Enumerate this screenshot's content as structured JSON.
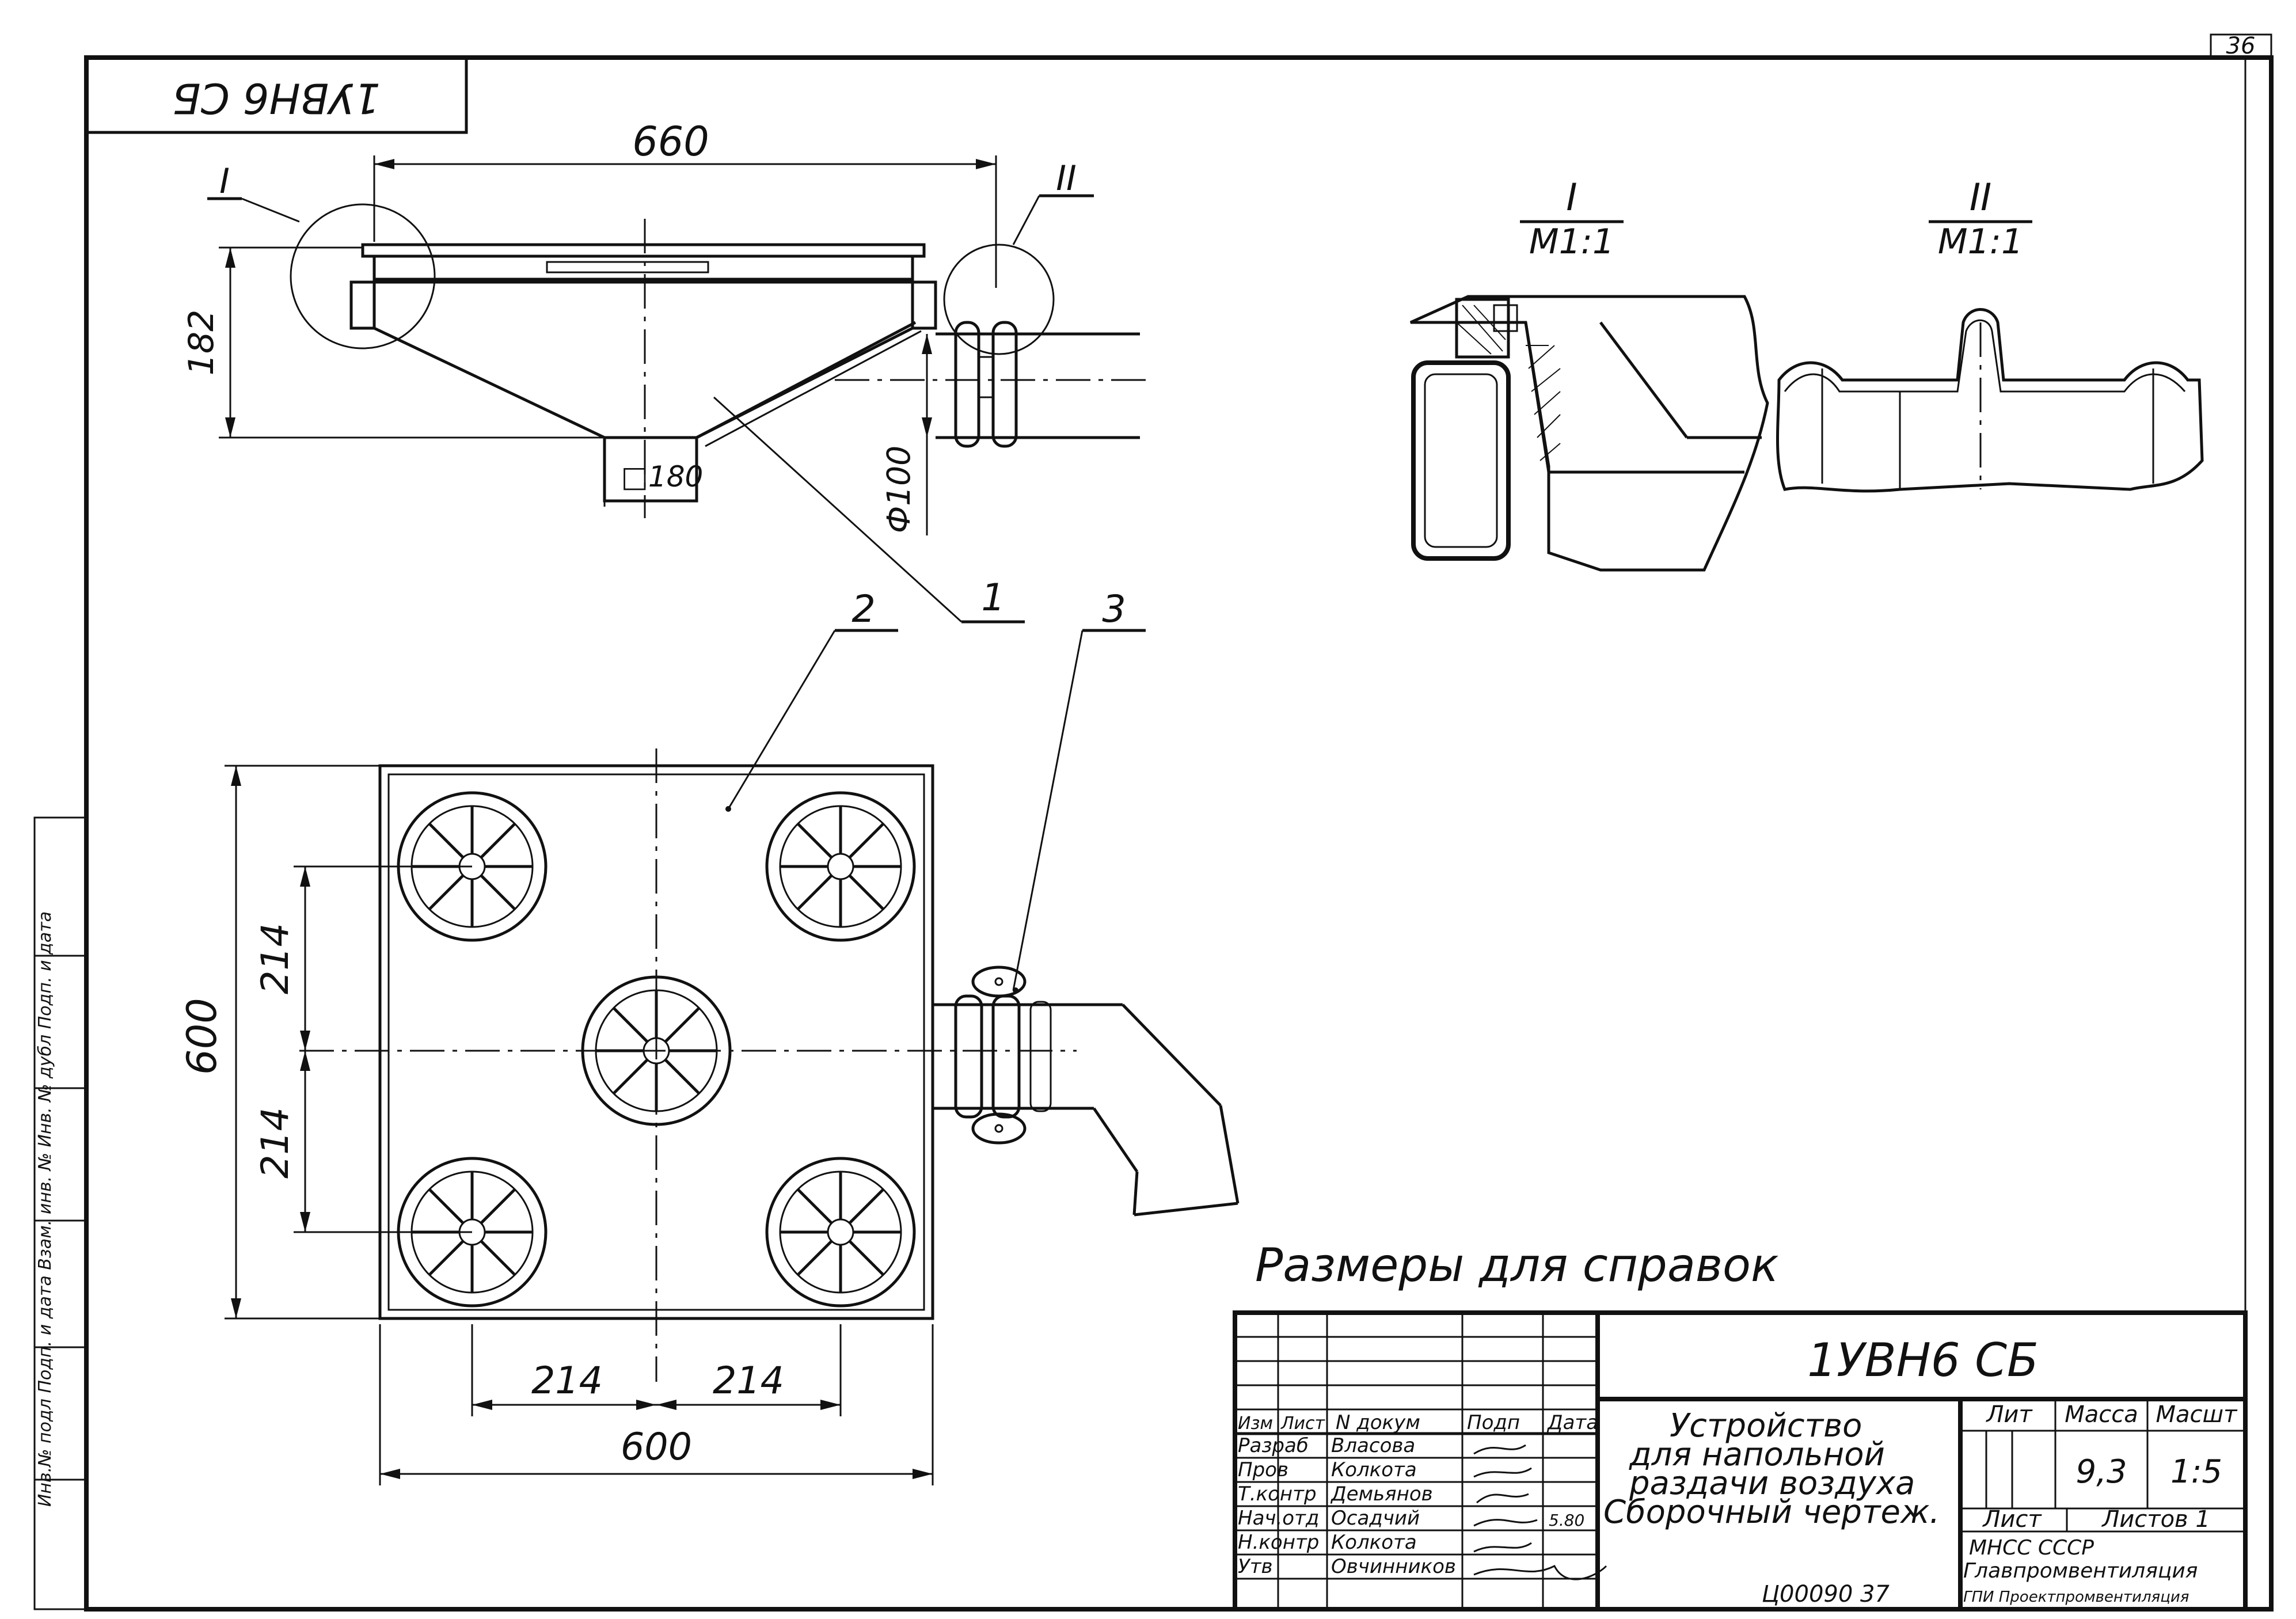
{
  "sheet": {
    "page_number": "36",
    "stamp_top": "1УВН6 СБ",
    "side_strip": "Инв.№ подл  Подп. и дата  Взам. инв. №  Инв. № дубл  Подп. и дата"
  },
  "views": {
    "detail_I": {
      "label": "I",
      "scale": "М1:1"
    },
    "detail_II": {
      "label": "II",
      "scale": "М1:1"
    },
    "callouts": [
      "1",
      "2",
      "3"
    ]
  },
  "dimensions": {
    "overall_width": "660",
    "height": "182",
    "outlet": "□180",
    "pipe_diameter": "Ф100",
    "plan_height": "600",
    "plan_width": "600",
    "spacing_v1": "214",
    "spacing_v2": "214",
    "spacing_h1": "214",
    "spacing_h2": "214"
  },
  "note": "Размеры для справок",
  "title_block": {
    "designation": "1УВН6 СБ",
    "name_lines": [
      "Устройство",
      "для напольной",
      "раздачи воздуха",
      "Сборочный чертеж."
    ],
    "headers": {
      "izm": "Изм",
      "list": "Лист",
      "doc": "N докум",
      "sign": "Подп",
      "date": "Дата",
      "lit": "Лит",
      "mass": "Масса",
      "scale": "Масшт"
    },
    "mass_value": "9,3",
    "scale_value": "1:5",
    "sheet_label": "Лист",
    "sheets_label": "Листов 1",
    "roles": [
      {
        "role": "Разраб",
        "name": "Власова"
      },
      {
        "role": "Пров",
        "name": "Колкота"
      },
      {
        "role": "Т.контр",
        "name": "Демьянов"
      },
      {
        "role": "Нач.отд",
        "name": "Осадчий"
      },
      {
        "role": "Н.контр",
        "name": "Колкота"
      },
      {
        "role": "Утв",
        "name": "Овчинников"
      }
    ],
    "org_line1": "МНСС      СССР",
    "org_line2": "Главпромвентиляция",
    "org_line3": "ГПИ Проектпромвентиляция",
    "date_value": "5.80",
    "doc_code": "Ц00090  37"
  }
}
